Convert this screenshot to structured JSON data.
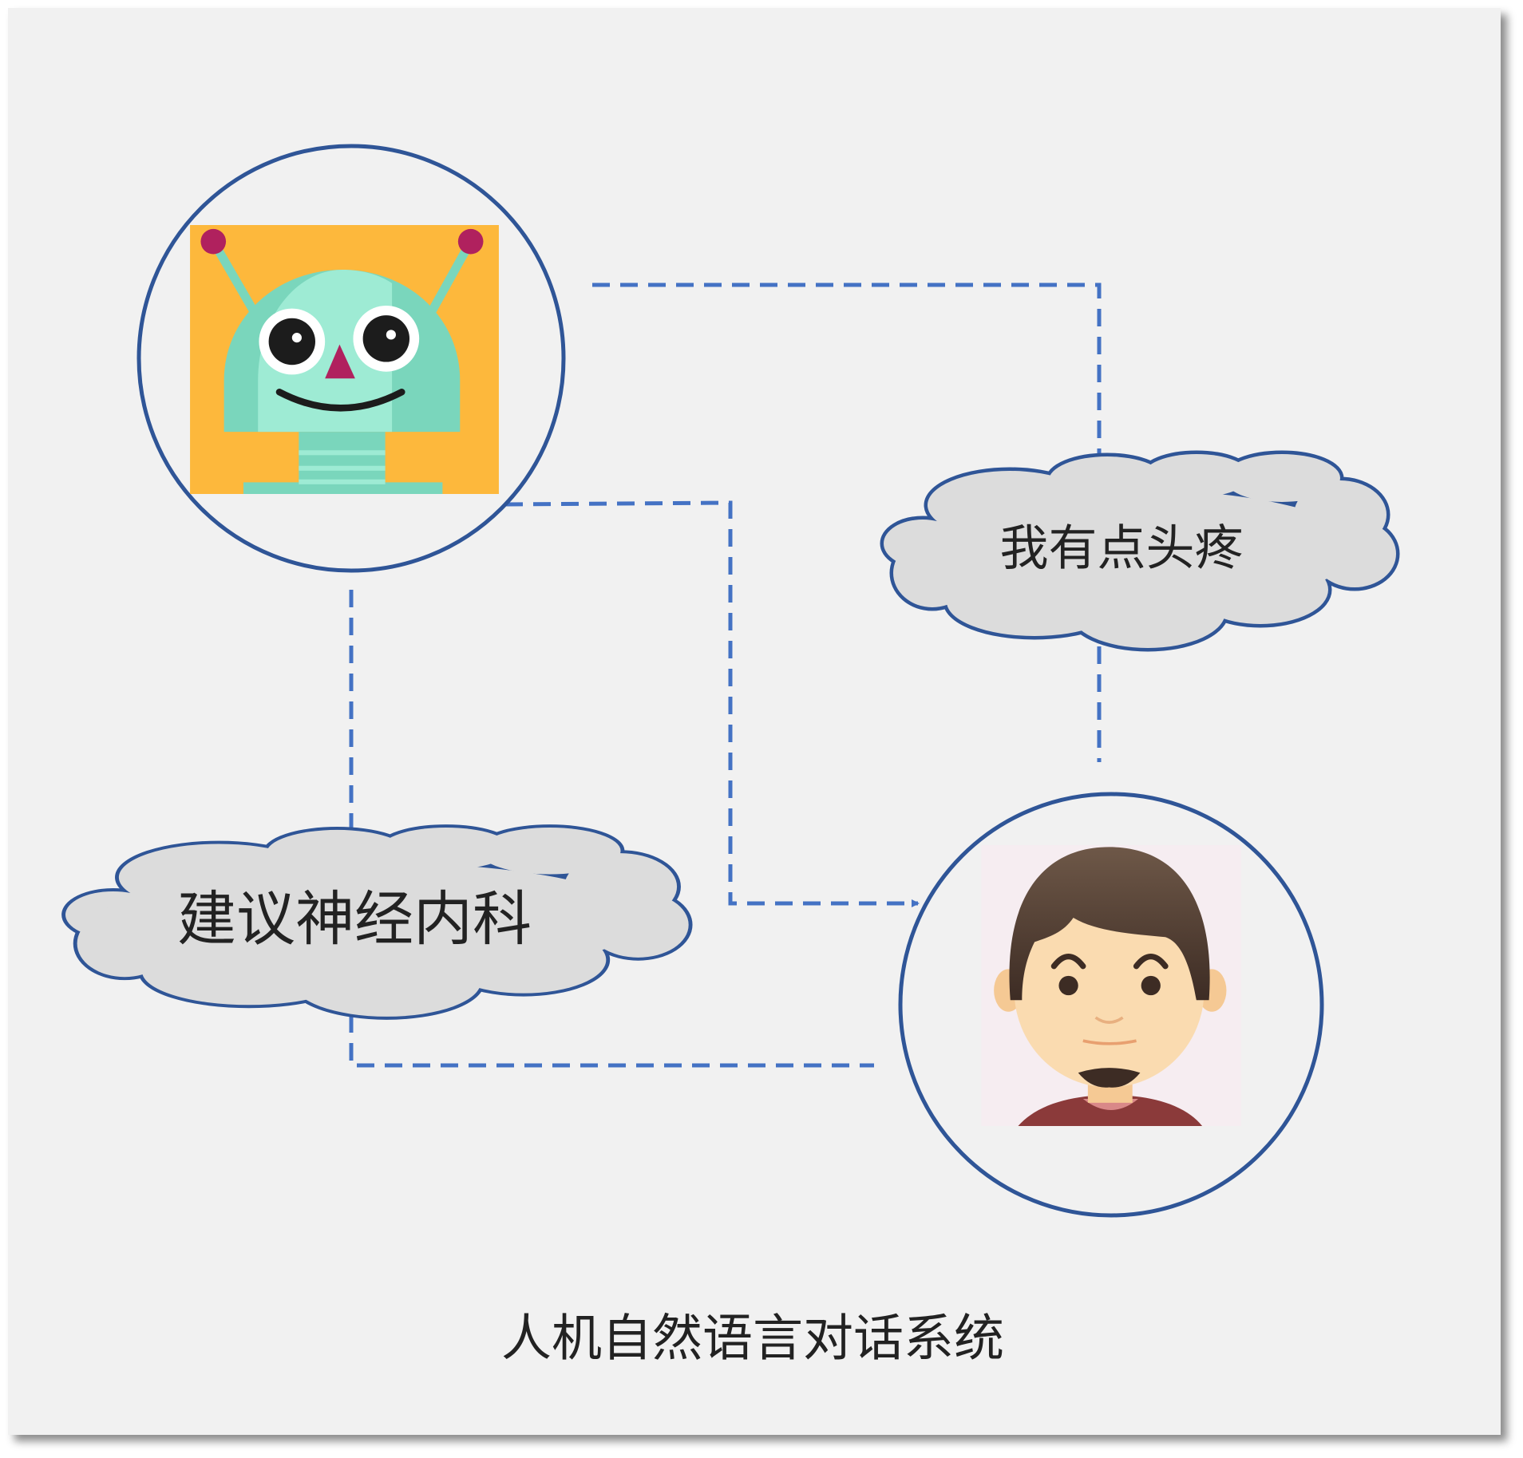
{
  "title": "人机自然语言对话系统",
  "user_message": "我有点头疼",
  "bot_reply": "建议神经内科",
  "nodes": {
    "bot": {
      "icon": "robot-avatar-icon"
    },
    "user": {
      "icon": "man-avatar-icon"
    }
  },
  "colors": {
    "background": "#f1f1f1",
    "connector": "#4472C4",
    "outline": "#2F5597",
    "cloud_fill": "#DCDCDC",
    "robot_bg": "#FDB83C",
    "robot_body": "#7AD6BC"
  }
}
